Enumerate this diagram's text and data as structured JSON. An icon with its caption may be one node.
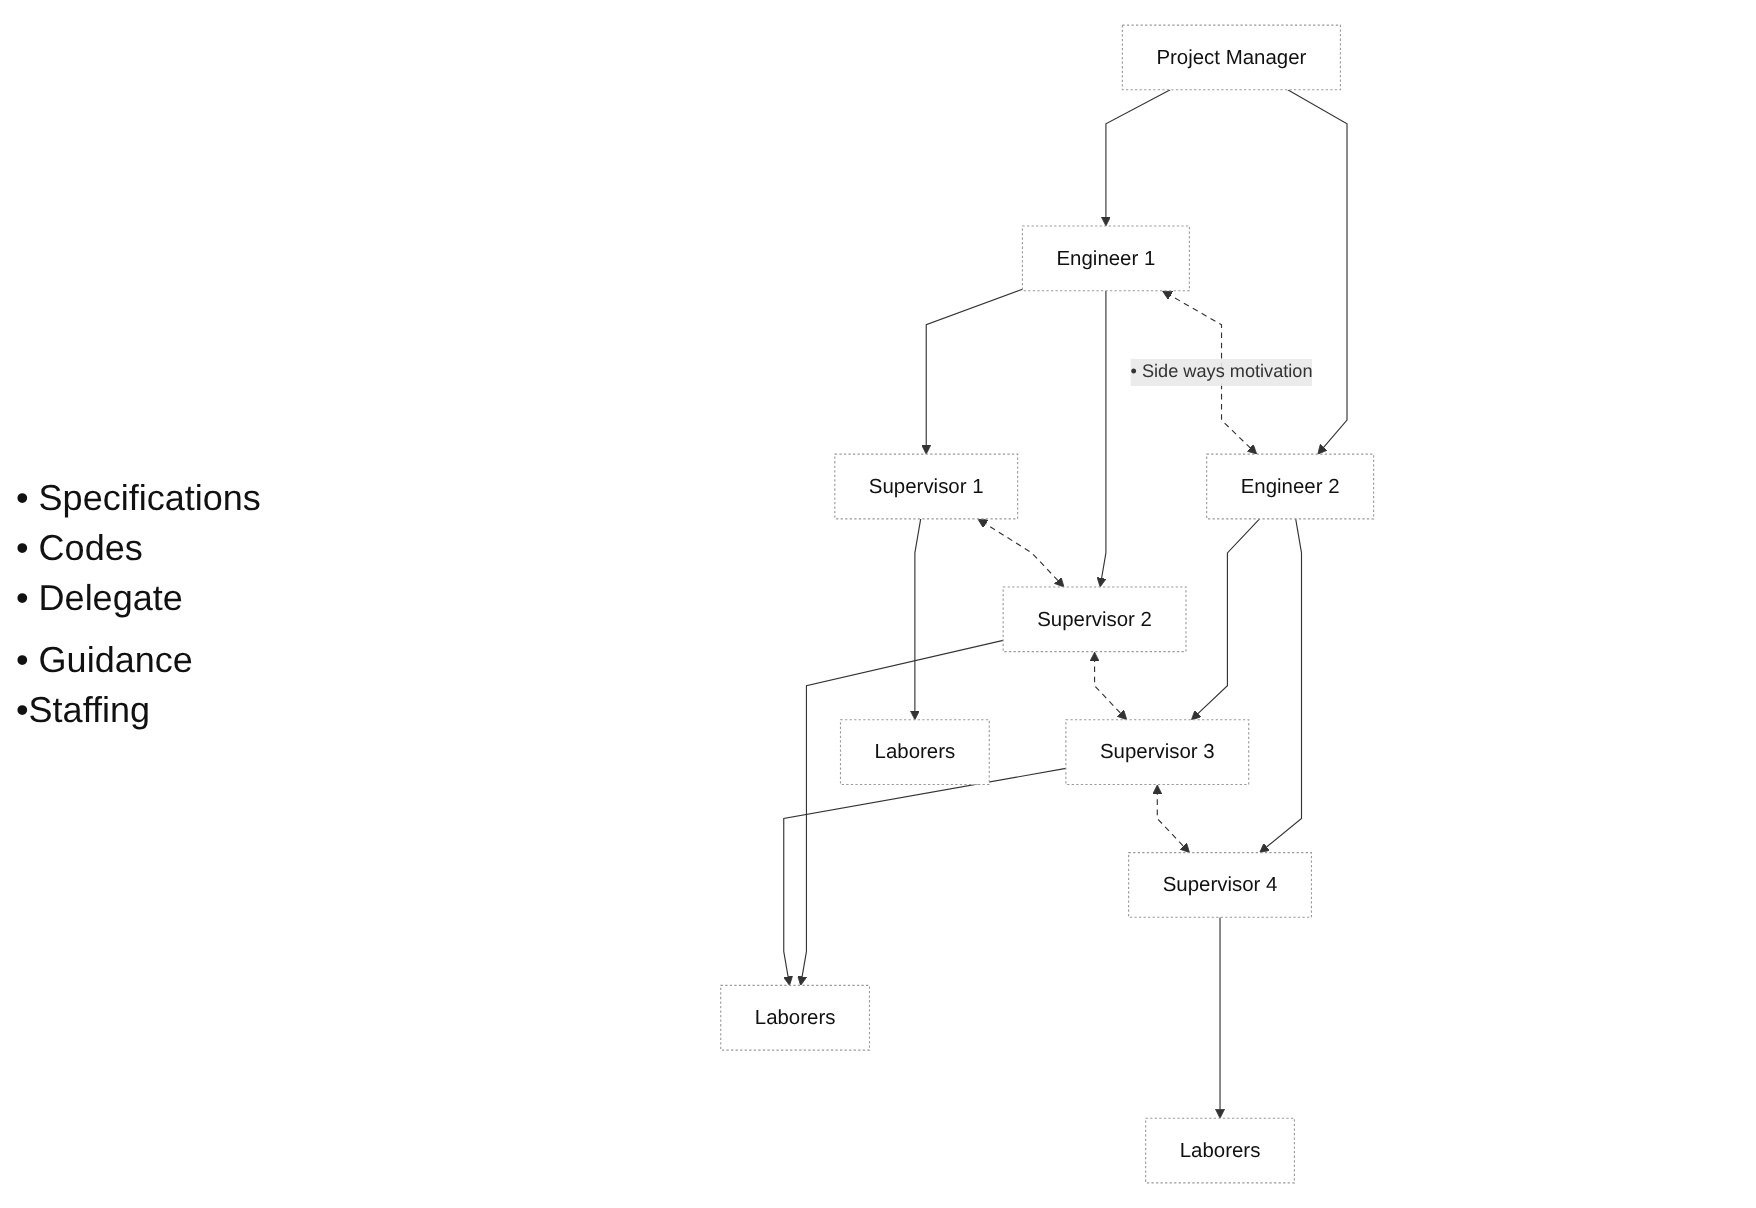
{
  "diagram": {
    "nodes": [
      {
        "text": [
          "Project Manager"
        ]
      },
      {
        "text": [
          "Engineer 1"
        ]
      },
      {
        "text": [
          "Engineer 2"
        ]
      },
      {
        "text": [
          "Supervisor 1"
        ]
      },
      {
        "text": [
          "Supervisor 2"
        ]
      },
      {
        "text": [
          "Supervisor 3"
        ]
      },
      {
        "text": [
          "Supervisor 4"
        ]
      },
      {
        "text": [
          "Laborers"
        ]
      },
      {
        "text": [
          "Laborers"
        ]
      },
      {
        "text": [
          "Laborers"
        ]
      }
    ],
    "edges": [
      {
        "from": 0,
        "to": 1,
        "arrow": "to"
      },
      {
        "from": 0,
        "to": 2,
        "arrow": "to"
      },
      {
        "from": 1,
        "to": 2,
        "arrow": "both",
        "label": "• Side ways motivation",
        "style": "dashed"
      },
      {
        "from": 1,
        "to": 3,
        "arrow": "to"
      },
      {
        "from": 1,
        "to": 4,
        "arrow": "to"
      },
      {
        "from": 2,
        "to": 5,
        "arrow": "to"
      },
      {
        "from": 2,
        "to": 6,
        "arrow": "to"
      },
      {
        "from": 3,
        "to": 4,
        "arrow": "both",
        "style": "dashed"
      },
      {
        "from": 4,
        "to": 5,
        "arrow": "both",
        "style": "dashed"
      },
      {
        "from": 5,
        "to": 6,
        "arrow": "both",
        "style": "dashed"
      },
      {
        "from": 3,
        "to": 7,
        "arrow": "to"
      },
      {
        "from": 4,
        "to": 8,
        "arrow": "to"
      },
      {
        "from": 5,
        "to": 8,
        "arrow": "to"
      },
      {
        "from": 6,
        "to": 9,
        "arrow": "to"
      }
    ],
    "labels": [
      "• Specifications",
      "• Codes",
      "• Delegate",
      "• Guidance",
      "•Staffing"
    ]
  }
}
